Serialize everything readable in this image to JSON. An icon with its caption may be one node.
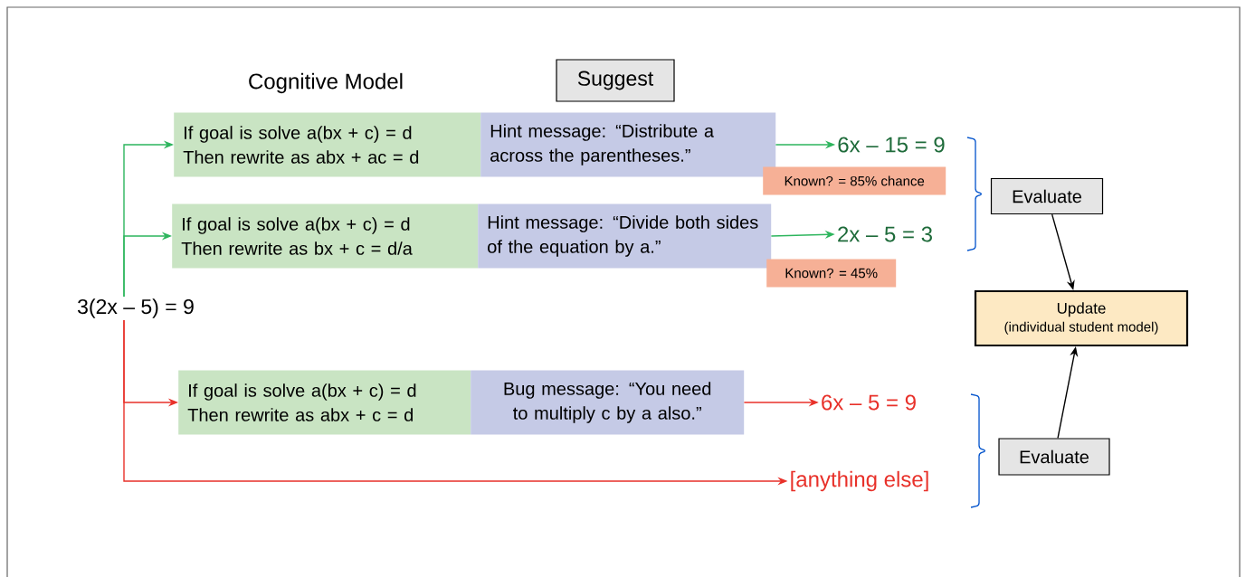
{
  "diagram": {
    "nodes": [
      {
        "text": [
          "3(2x – 5) = 9"
        ]
      },
      {
        "text": [
          "If goal is solve a(bx + c) = d",
          "Then rewrite as abx + ac = d"
        ]
      },
      {
        "text": [
          "Hint message: “Distribute a across the parentheses.”"
        ]
      },
      {
        "text": [
          "6x – 15 = 9"
        ]
      },
      {
        "text": [
          "Known? = 85% chance"
        ]
      },
      {
        "text": [
          "If goal is solve a(bx + c) = d",
          "Then rewrite as bx + c = d/a"
        ]
      },
      {
        "text": [
          "Hint message: “Divide both sides of the equation by a.”"
        ]
      },
      {
        "text": [
          "2x – 5 = 3"
        ]
      },
      {
        "text": [
          "Known? = 45%"
        ]
      },
      {
        "text": [
          "If goal is solve a(bx + c) = d",
          "Then rewrite as abx + c = d"
        ]
      },
      {
        "text": [
          "Bug message: “You need to multiply c by a also.”"
        ]
      },
      {
        "text": [
          "6x – 5 = 9"
        ]
      },
      {
        "text": [
          "[anything else]"
        ]
      },
      {
        "text": [
          "Evaluate"
        ]
      },
      {
        "text": [
          "Update",
          "(individual student model)"
        ]
      },
      {
        "text": [
          "Evaluate"
        ]
      },
      {
        "text": [
          "Suggest"
        ]
      }
    ],
    "edges": [
      {
        "from": 0,
        "to": 1,
        "arrow": "to",
        "color": "#2db55d"
      },
      {
        "from": 0,
        "to": 5,
        "arrow": "to",
        "color": "#2db55d"
      },
      {
        "from": 0,
        "to": 9,
        "arrow": "to",
        "color": "#e8312a"
      },
      {
        "from": 0,
        "to": 12,
        "arrow": "to",
        "color": "#e8312a"
      },
      {
        "from": 2,
        "to": 3,
        "arrow": "to",
        "color": "#2db55d"
      },
      {
        "from": 6,
        "to": 7,
        "arrow": "to",
        "color": "#2db55d"
      },
      {
        "from": 10,
        "to": 11,
        "arrow": "to",
        "color": "#e8312a"
      },
      {
        "from": 13,
        "to": 14,
        "arrow": "to",
        "color": "#000000"
      },
      {
        "from": 15,
        "to": 14,
        "arrow": "to",
        "color": "#000000"
      }
    ],
    "labels": [
      "Cognitive Model"
    ]
  }
}
